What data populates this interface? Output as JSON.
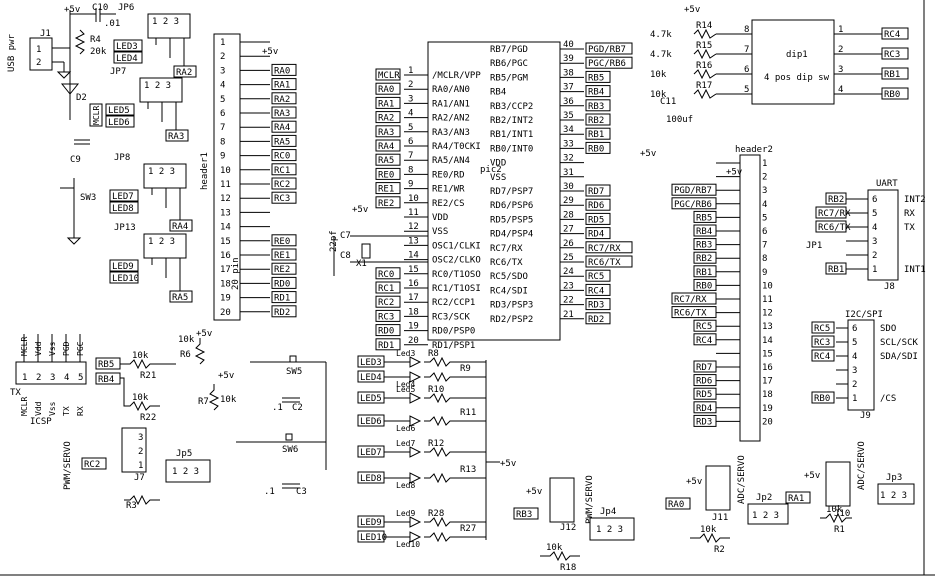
{
  "pic": {
    "ref": "pic2",
    "left_pins": [
      {
        "n": "1",
        "name": "/MCLR/VPP",
        "net": "MCLR"
      },
      {
        "n": "2",
        "name": "RA0/AN0",
        "net": "RA0"
      },
      {
        "n": "3",
        "name": "RA1/AN1",
        "net": "RA1"
      },
      {
        "n": "4",
        "name": "RA2/AN2",
        "net": "RA2"
      },
      {
        "n": "5",
        "name": "RA3/AN3",
        "net": "RA3"
      },
      {
        "n": "6",
        "name": "RA4/T0CKI",
        "net": "RA4"
      },
      {
        "n": "7",
        "name": "RA5/AN4",
        "net": "RA5"
      },
      {
        "n": "8",
        "name": "RE0/RD",
        "net": "RE0"
      },
      {
        "n": "9",
        "name": "RE1/WR",
        "net": "RE1"
      },
      {
        "n": "10",
        "name": "RE2/CS",
        "net": "RE2"
      },
      {
        "n": "11",
        "name": "VDD",
        "net": "+5v"
      },
      {
        "n": "12",
        "name": "VSS",
        "net": ""
      },
      {
        "n": "13",
        "name": "OSC1/CLKI",
        "net": ""
      },
      {
        "n": "14",
        "name": "OSC2/CLKO",
        "net": ""
      },
      {
        "n": "15",
        "name": "RC0/T1OSO",
        "net": "RC0"
      },
      {
        "n": "16",
        "name": "RC1/T1OSI",
        "net": "RC1"
      },
      {
        "n": "17",
        "name": "RC2/CCP1",
        "net": "RC2"
      },
      {
        "n": "18",
        "name": "RC3/SCK",
        "net": "RC3"
      },
      {
        "n": "19",
        "name": "RD0/PSP0",
        "net": "RD0"
      },
      {
        "n": "20",
        "name": "RD1/PSP1",
        "net": "RD1"
      }
    ],
    "right_pins": [
      {
        "n": "40",
        "name": "RB7/PGD",
        "net": "PGD/RB7"
      },
      {
        "n": "39",
        "name": "RB6/PGC",
        "net": "PGC/RB6"
      },
      {
        "n": "38",
        "name": "RB5/PGM",
        "net": "RB5"
      },
      {
        "n": "37",
        "name": "RB4",
        "net": "RB4"
      },
      {
        "n": "36",
        "name": "RB3/CCP2",
        "net": "RB3"
      },
      {
        "n": "35",
        "name": "RB2/INT2",
        "net": "RB2"
      },
      {
        "n": "34",
        "name": "RB1/INT1",
        "net": "RB1"
      },
      {
        "n": "33",
        "name": "RB0/INT0",
        "net": "RB0"
      },
      {
        "n": "32",
        "name": "VDD",
        "net": "+5v"
      },
      {
        "n": "31",
        "name": "VSS",
        "net": ""
      },
      {
        "n": "30",
        "name": "RD7/PSP7",
        "net": "RD7"
      },
      {
        "n": "29",
        "name": "RD6/PSP6",
        "net": "RD6"
      },
      {
        "n": "28",
        "name": "RD5/PSP5",
        "net": "RD5"
      },
      {
        "n": "27",
        "name": "RD4/PSP4",
        "net": "RD4"
      },
      {
        "n": "26",
        "name": "RC7/RX",
        "net": "RC7/RX"
      },
      {
        "n": "25",
        "name": "RC6/TX",
        "net": "RC6/TX"
      },
      {
        "n": "24",
        "name": "RC5/SDO",
        "net": "RC5"
      },
      {
        "n": "23",
        "name": "RC4/SDI",
        "net": "RC4"
      },
      {
        "n": "22",
        "name": "RD3/PSP3",
        "net": "RD3"
      },
      {
        "n": "21",
        "name": "RD2/PSP2",
        "net": "RD2"
      }
    ]
  },
  "header1": {
    "ref": "header1",
    "size": "20 pin",
    "pins": [
      {
        "n": "1",
        "net": ""
      },
      {
        "n": "2",
        "net": "+5v"
      },
      {
        "n": "3",
        "net": "RA0"
      },
      {
        "n": "4",
        "net": "RA1"
      },
      {
        "n": "5",
        "net": "RA2"
      },
      {
        "n": "6",
        "net": "RA3"
      },
      {
        "n": "7",
        "net": "RA4"
      },
      {
        "n": "8",
        "net": "RA5"
      },
      {
        "n": "9",
        "net": "RC0"
      },
      {
        "n": "10",
        "net": "RC1"
      },
      {
        "n": "11",
        "net": "RC2"
      },
      {
        "n": "12",
        "net": "RC3"
      },
      {
        "n": "13",
        "net": ""
      },
      {
        "n": "14",
        "net": ""
      },
      {
        "n": "15",
        "net": "RE0"
      },
      {
        "n": "16",
        "net": "RE1"
      },
      {
        "n": "17",
        "net": "RE2"
      },
      {
        "n": "18",
        "net": "RD0"
      },
      {
        "n": "19",
        "net": "RD1"
      },
      {
        "n": "20",
        "net": "RD2"
      }
    ]
  },
  "header2": {
    "ref": "header2",
    "pins": [
      {
        "n": "1",
        "net": ""
      },
      {
        "n": "2",
        "net": "+5v"
      },
      {
        "n": "3",
        "net": "PGD/RB7"
      },
      {
        "n": "4",
        "net": "PGC/RB6"
      },
      {
        "n": "5",
        "net": "RB5"
      },
      {
        "n": "6",
        "net": "RB4"
      },
      {
        "n": "7",
        "net": "RB3"
      },
      {
        "n": "8",
        "net": "RB2"
      },
      {
        "n": "9",
        "net": "RB1"
      },
      {
        "n": "10",
        "net": "RB0"
      },
      {
        "n": "11",
        "net": "RC7/RX"
      },
      {
        "n": "12",
        "net": "RC6/TX"
      },
      {
        "n": "13",
        "net": "RC5"
      },
      {
        "n": "14",
        "net": "RC4"
      },
      {
        "n": "15",
        "net": ""
      },
      {
        "n": "16",
        "net": "RD7"
      },
      {
        "n": "17",
        "net": "RD6"
      },
      {
        "n": "18",
        "net": "RD5"
      },
      {
        "n": "19",
        "net": "RD4"
      },
      {
        "n": "20",
        "net": "RD3"
      }
    ]
  },
  "dip": {
    "ref": "dip1",
    "desc": "4 pos dip sw",
    "left_pins": [
      "8",
      "7",
      "6",
      "5"
    ],
    "right_pins": [
      "1",
      "2",
      "3",
      "4"
    ],
    "resistors": [
      {
        "ref": "R14",
        "value": "4.7k"
      },
      {
        "ref": "R15",
        "value": "4.7k"
      },
      {
        "ref": "R16",
        "value": "10k"
      },
      {
        "ref": "R17",
        "value": "10k"
      }
    ],
    "cap": {
      "ref": "C11",
      "value": "100uf"
    },
    "nets": [
      "RC4",
      "RC3",
      "RB1",
      "RB0"
    ]
  },
  "uart": {
    "ref": "J8",
    "title": "UART",
    "pins": [
      {
        "n": "6",
        "name": "INT2",
        "net": "RB2"
      },
      {
        "n": "5",
        "name": "RX",
        "net": "RC7/RX"
      },
      {
        "n": "4",
        "name": "TX",
        "net": "RC6/TX"
      },
      {
        "n": "3",
        "name": "",
        "net": ""
      },
      {
        "n": "2",
        "name": "",
        "net": ""
      },
      {
        "n": "1",
        "name": "INT1",
        "net": "RB1"
      }
    ],
    "jumper": "JP1"
  },
  "spi": {
    "ref": "J9",
    "title": "I2C/SPI",
    "pins": [
      {
        "n": "6",
        "name": "SDO",
        "net": "RC5"
      },
      {
        "n": "5",
        "name": "SCL/SCK",
        "net": "RC3"
      },
      {
        "n": "4",
        "name": "SDA/SDI",
        "net": "RC4"
      },
      {
        "n": "3",
        "name": "",
        "net": ""
      },
      {
        "n": "2",
        "name": "",
        "net": ""
      },
      {
        "n": "1",
        "name": "/CS",
        "net": "RB0"
      }
    ]
  },
  "usb": {
    "ref": "J1",
    "label": "USB pwr",
    "cap": {
      "ref": "C10",
      "value": ".01"
    },
    "res": {
      "ref": "R4",
      "value": "20k"
    }
  },
  "parts": {
    "jp6": "JP6",
    "jp7": "JP7",
    "jp8": "JP8",
    "jp13": "JP13",
    "d2": "D2",
    "sw3": "SW3",
    "c9": "C9",
    "mclr": "MCLR",
    "jp5": "Jp5",
    "j7": "J7",
    "r3": "R3",
    "r6": "R6",
    "r6v": "10k",
    "r7": "R7",
    "r7v": "10k",
    "r21": "R21",
    "r21v": "10k",
    "r22": "R22",
    "r22v": "10k",
    "sw5": "SW5",
    "sw6": "SW6",
    "c2": "C2",
    "c2v": ".1",
    "c3": "C3",
    "c3v": ".1",
    "c7": "C7",
    "c7v": "22pf",
    "c8": "C8",
    "x1": "X1",
    "j12": "J12",
    "jp4": "Jp4",
    "r18": "R18",
    "r18v": "10k",
    "j11": "J11",
    "jp2": "Jp2",
    "r2": "R2",
    "r2v": "10k",
    "j10": "J10",
    "jp3": "Jp3",
    "r1": "R1",
    "r1v": "10k",
    "pwm_servo": "PWM/SERVO",
    "adc_servo": "ADC/SERVO"
  },
  "icsp": {
    "ref": "ICSP",
    "pin_labels": [
      "MCLR",
      "Vdd",
      "Vss",
      "PGD",
      "PGC"
    ],
    "side": [
      "MCLR",
      "Vdd",
      "Vss",
      "TX",
      "RX"
    ],
    "pins": [
      "1",
      "2",
      "3",
      "4",
      "5"
    ]
  },
  "leds": {
    "nets": [
      "LED3",
      "LED4",
      "LED5",
      "LED6",
      "LED7",
      "LED8",
      "LED9",
      "LED10"
    ],
    "names": [
      "Led3",
      "Led4",
      "Led5",
      "Led6",
      "Led7",
      "Led8",
      "Led9",
      "Led10"
    ],
    "res": [
      "R8",
      "R9",
      "R10",
      "R11",
      "R12",
      "R13",
      "R28",
      "R27"
    ]
  },
  "power": "+5v",
  "misc": {
    "one": "1",
    "two": "2",
    "three": "3",
    "hdr_jp": "1 2 3"
  }
}
